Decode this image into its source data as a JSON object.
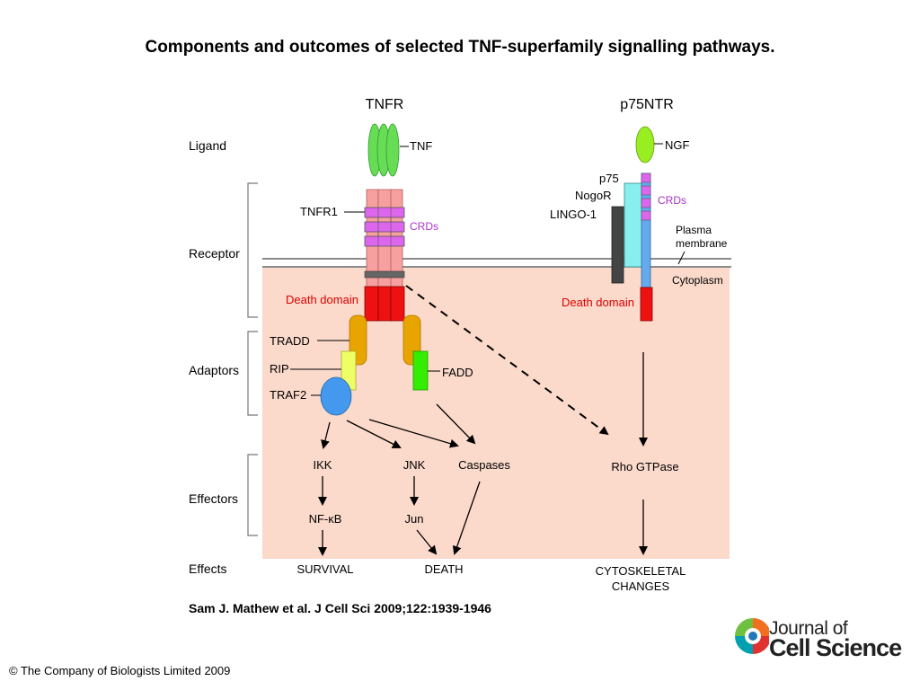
{
  "title": "Components and outcomes of selected TNF-superfamily signalling pathways.",
  "citation": "Sam J. Mathew et al. J Cell Sci 2009;122:1939-1946",
  "copyright": "© The Company of Biologists Limited 2009",
  "logo": {
    "line1": "Journal of",
    "line2": "Cell Science"
  },
  "diagram": {
    "row_labels": {
      "ligand": "Ligand",
      "receptor": "Receptor",
      "adaptors": "Adaptors",
      "effectors": "Effectors",
      "effects": "Effects"
    },
    "tnfr": {
      "header": "TNFR",
      "ligand": "TNF",
      "receptor": "TNFR1",
      "crds": "CRDs",
      "death_domain": "Death domain",
      "adaptors": {
        "tradd": "TRADD",
        "rip": "RIP",
        "traf2": "TRAF2",
        "fadd": "FADD"
      },
      "effectors": {
        "ikk": "IKK",
        "jnk": "JNK",
        "caspases": "Caspases",
        "nfkb": "NF-κB",
        "jun": "Jun"
      },
      "effects": {
        "survival": "SURVIVAL",
        "death": "DEATH"
      }
    },
    "p75ntr": {
      "header": "p75NTR",
      "ligand": "NGF",
      "p75": "p75",
      "nogor": "NogoR",
      "lingo": "LINGO-1",
      "crds": "CRDs",
      "plasma_membrane_1": "Plasma",
      "plasma_membrane_2": "membrane",
      "cytoplasm": "Cytoplasm",
      "death_domain": "Death domain",
      "effector": "Rho GTPase",
      "effect_1": "CYTOSKELETAL",
      "effect_2": "CHANGES"
    },
    "colors": {
      "cytoplasm": "#fbd9cb",
      "tnf": "#66dd55",
      "ngf": "#99ee22",
      "receptor": "#f7a0a0",
      "crd": "#dd66ee",
      "death_domain": "#ee1111",
      "tradd": "#e8a400",
      "rip": "#eeff66",
      "traf2": "#4499ee",
      "fadd": "#33ee00",
      "nogor": "#88eeee",
      "lingo": "#444444",
      "p75": "#66aaee",
      "crd_label": "#aa33cc",
      "death_label": "#dd0000"
    }
  }
}
